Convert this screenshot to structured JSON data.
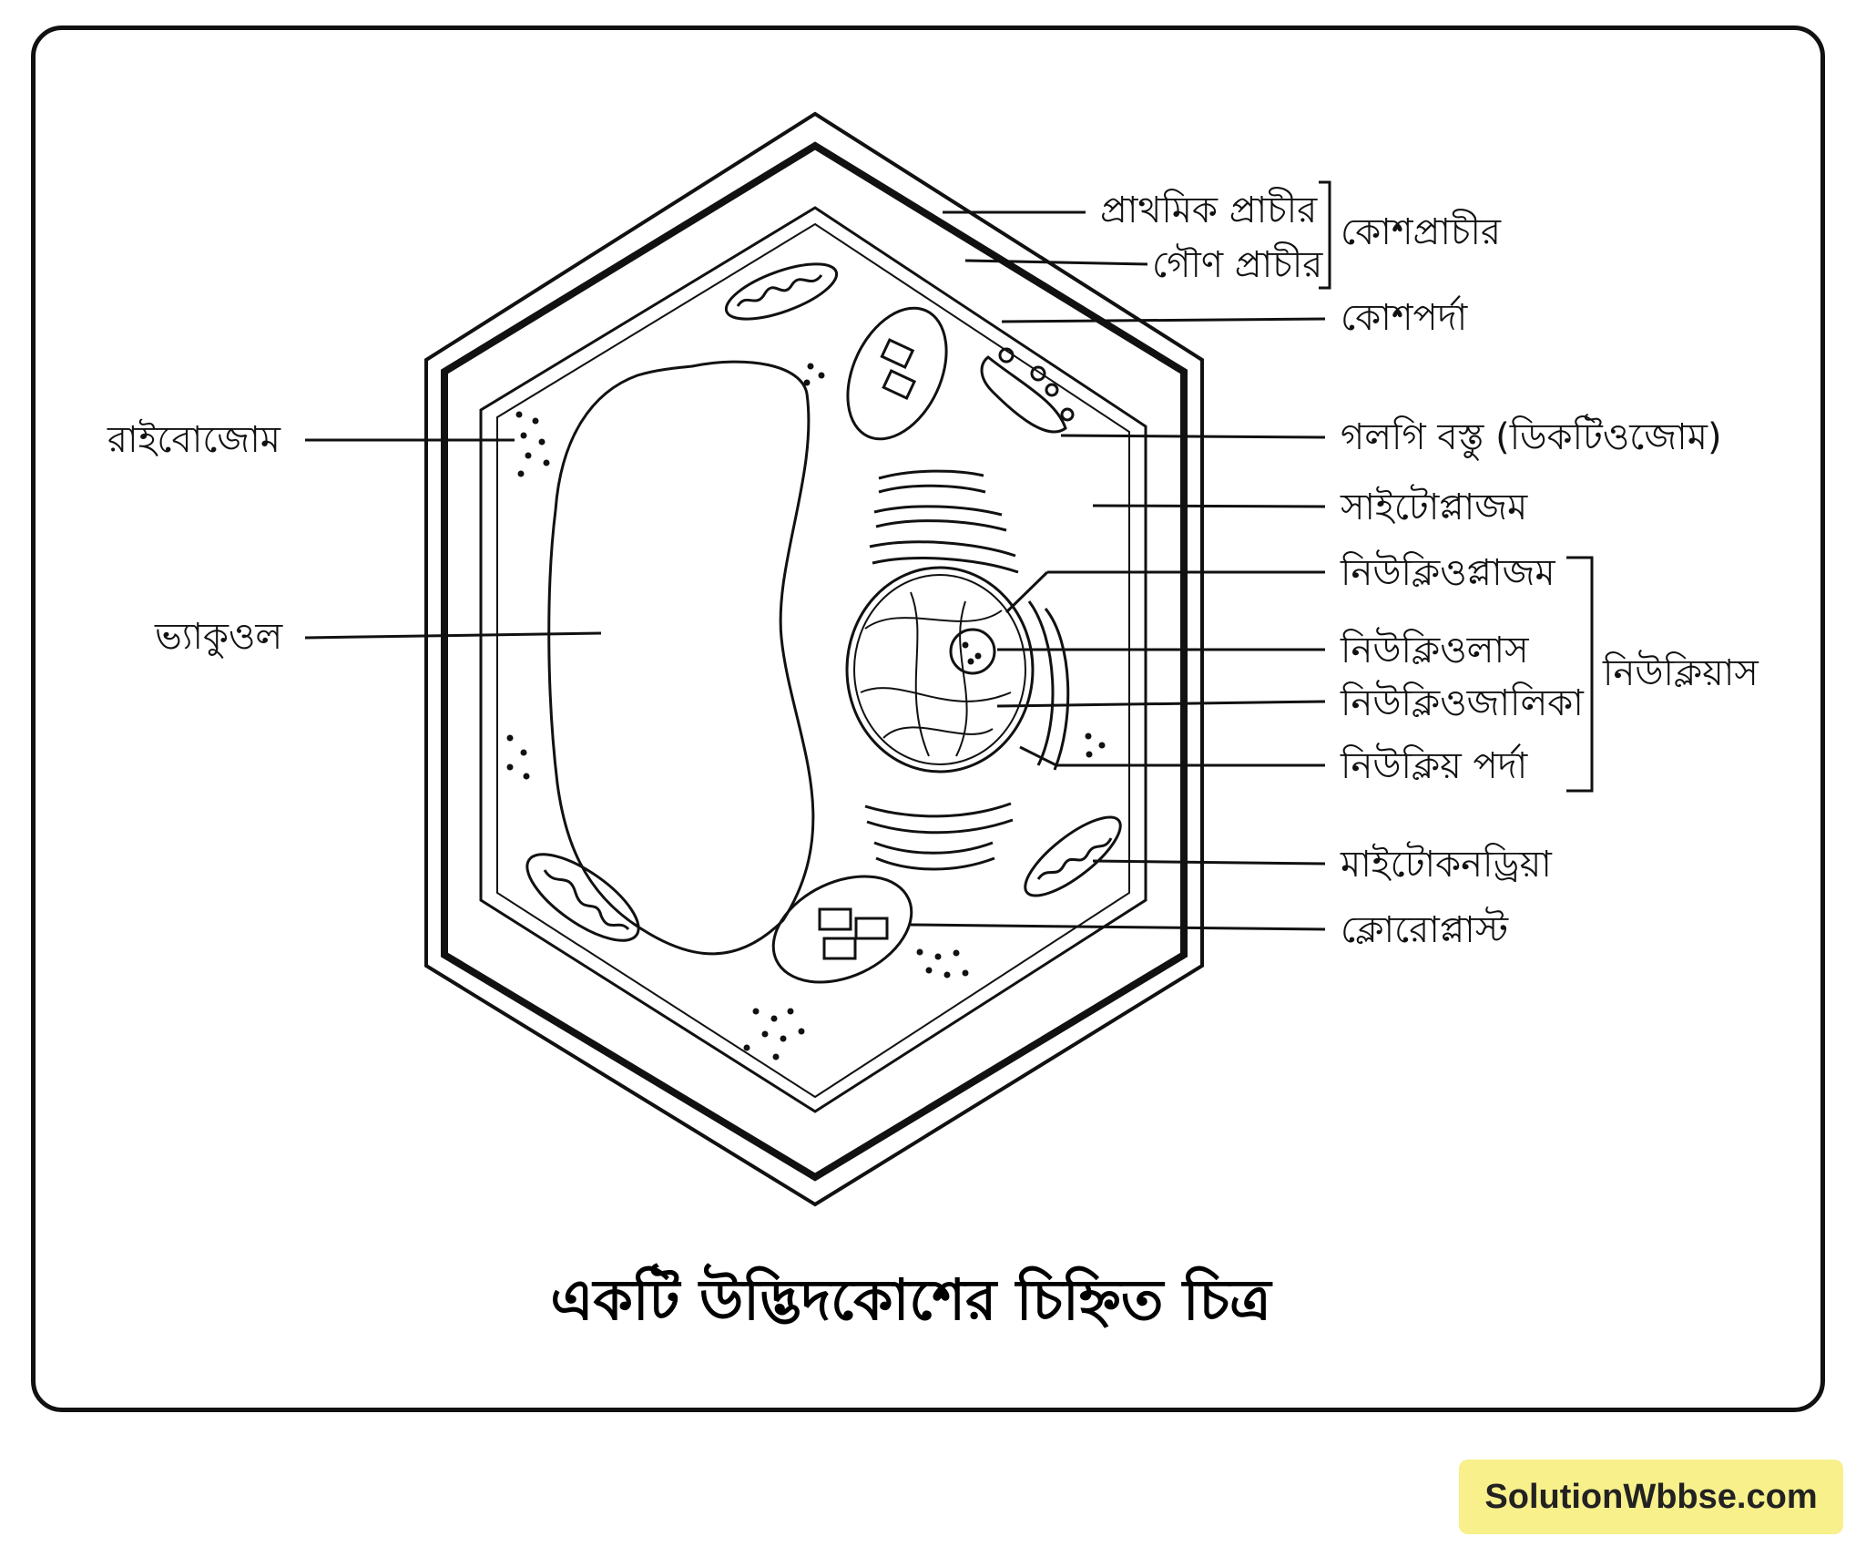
{
  "diagram": {
    "labels": {
      "primary_wall": "প্রাথমিক প্রাচীর",
      "secondary_wall": "গৌণ প্রাচীর",
      "cell_wall": "কোশপ্রাচীর",
      "cell_membrane": "কোশপর্দা",
      "ribosome": "রাইবোজোম",
      "golgi": "গলগি বস্তু (ডিকটিওজোম)",
      "cytoplasm": "সাইটোপ্লাজম",
      "vacuole": "ভ্যাকুওল",
      "nucleoplasm": "নিউক্লিওপ্লাজম",
      "nucleolus": "নিউক্লিওলাস",
      "nuclear_reticulum": "নিউক্লিওজালিকা",
      "nuclear_membrane": "নিউক্লিয় পর্দা",
      "nucleus": "নিউক্লিয়াস",
      "mitochondria": "মাইটোকনড্রিয়া",
      "chloroplast": "ক্লোরোপ্লাস্ট"
    },
    "caption": "একটি উদ্ভিদকোশের চিহ্নিত চিত্র"
  },
  "watermark": "SolutionWbbse.com"
}
